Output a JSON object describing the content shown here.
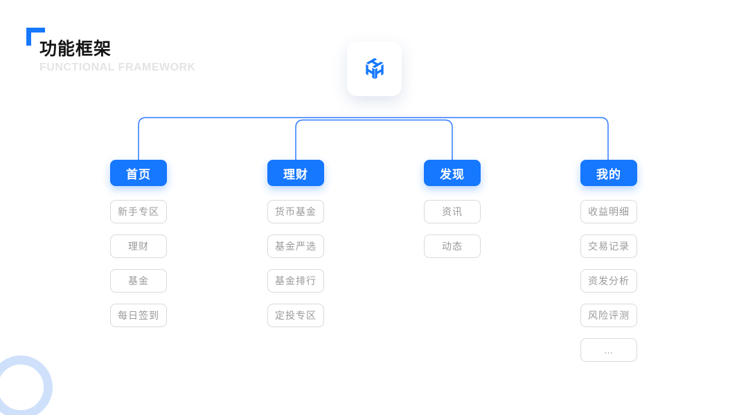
{
  "header": {
    "title": "功能框架",
    "subtitle": "FUNCTIONAL FRAMEWORK"
  },
  "logo": {
    "icon": "isometric-cube-h-logo"
  },
  "colors": {
    "accent": "#1677ff",
    "title": "#141414",
    "subtitle": "#e4e4e4",
    "line": "#2e7bff",
    "child_border": "#d9d9d9",
    "child_text": "#9a9a9a",
    "ring": "#cfe0fb"
  },
  "tree": {
    "branches": [
      {
        "label": "首页",
        "children": [
          "新手专区",
          "理财",
          "基金",
          "每日签到"
        ]
      },
      {
        "label": "理财",
        "children": [
          "货币基金",
          "基金严选",
          "基金排行",
          "定投专区"
        ]
      },
      {
        "label": "发现",
        "children": [
          "资讯",
          "动态"
        ]
      },
      {
        "label": "我的",
        "children": [
          "收益明细",
          "交易记录",
          "资发分析",
          "风险评测",
          "…"
        ]
      }
    ]
  }
}
